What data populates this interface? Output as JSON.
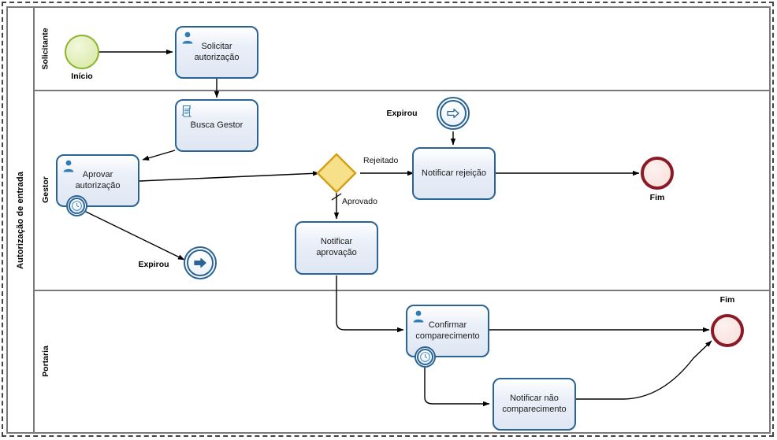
{
  "pool": {
    "title": "Autorização de entrada",
    "lanes": [
      {
        "name": "Solicitante"
      },
      {
        "name": "Gestor"
      },
      {
        "name": "Portaria"
      }
    ]
  },
  "events": {
    "start": {
      "label": "Início",
      "icon": "start-event-circle",
      "color": "#8ab52b"
    },
    "end_gestor": {
      "label": "Fim",
      "icon": "end-event-circle",
      "color": "#8b1a26"
    },
    "end_portaria": {
      "label": "Fim",
      "icon": "end-event-circle",
      "color": "#8b1a26"
    },
    "link_throw_expirou": {
      "label": "Expirou",
      "icon": "link-throw-arrow-icon"
    },
    "link_catch_expirou": {
      "label": "Expirou",
      "icon": "link-catch-arrow-icon"
    },
    "boundary_timer_aprovar": {
      "icon": "timer-clock-icon"
    },
    "boundary_timer_confirmar": {
      "icon": "timer-clock-icon"
    }
  },
  "tasks": {
    "solicitar": {
      "label": "Solicitar autorização",
      "icon": "user-task-icon",
      "lane": "Solicitante"
    },
    "busca_gestor": {
      "label": "Busca Gestor",
      "icon": "script-task-icon",
      "lane": "Gestor"
    },
    "aprovar": {
      "label": "Aprovar autorização",
      "icon": "user-task-icon",
      "lane": "Gestor"
    },
    "notificar_rejeicao": {
      "label": "Notificar rejeição",
      "icon": "none",
      "lane": "Gestor"
    },
    "notificar_aprovacao": {
      "label": "Notificar aprovação",
      "icon": "none",
      "lane": "Gestor"
    },
    "confirmar": {
      "label_line1": "Confirmar",
      "label_line2": "comparecimento",
      "icon": "user-task-icon",
      "lane": "Portaria"
    },
    "notificar_nao": {
      "label_line1": "Notificar não",
      "label_line2": "comparecimento",
      "icon": "none",
      "lane": "Portaria"
    }
  },
  "gateway": {
    "type": "exclusive",
    "fill": "#f7e08a",
    "stroke": "#d4a017"
  },
  "flows": {
    "rejeitado": "Rejeitado",
    "aprovado": "Aprovado"
  },
  "colors": {
    "task_border": "#2a6496",
    "task_fill": "#dfe7f4",
    "start_border": "#8ab52b",
    "end_border": "#8b1a26",
    "gateway_fill": "#f7e08a",
    "gateway_border": "#d4a017",
    "pool_border": "#7a7a7a"
  }
}
